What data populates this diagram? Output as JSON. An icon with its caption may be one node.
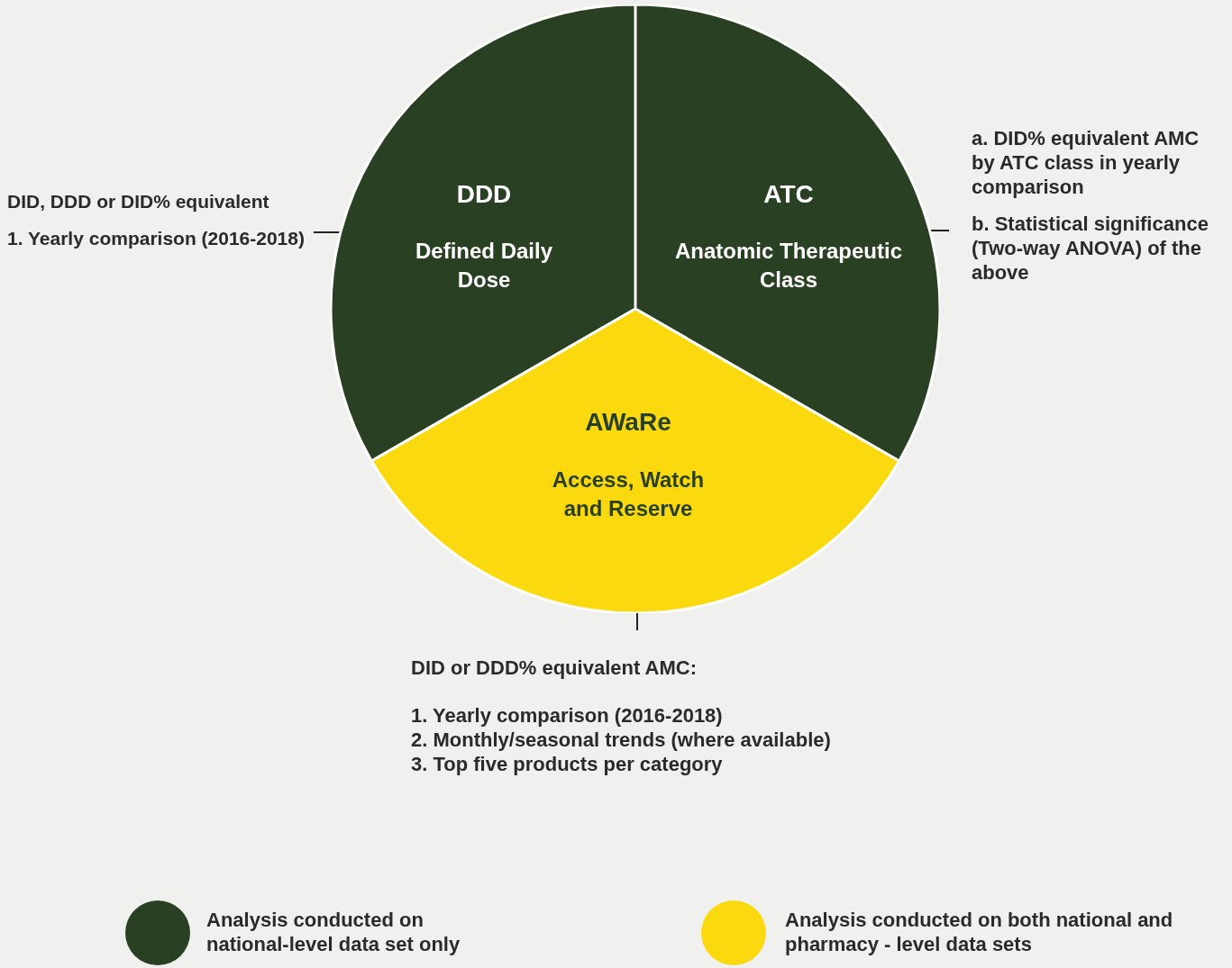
{
  "diagram": {
    "nodes": [
      {
        "text": [
          "DDD",
          "Defined Daily Dose"
        ]
      },
      {
        "text": [
          "ATC",
          "Anatomic Therapeutic Class"
        ]
      },
      {
        "text": [
          "AWaRe",
          "Access, Watch and Reserve"
        ]
      },
      {
        "text": [
          "DID, DDD or DID% equivalent",
          "1. Yearly comparison (2016-2018)"
        ]
      },
      {
        "text": [
          "a. DID% equivalent AMC by ATC class in yearly comparison",
          "b. Statistical significance (Two-way ANOVA) of the above"
        ]
      },
      {
        "text": [
          "DID or DDD% equivalent AMC:",
          "1. Yearly comparison (2016-2018)",
          "2. Monthly/seasonal trends (where available)",
          "3. Top five products per category"
        ]
      }
    ],
    "edges": [
      {
        "from": 3,
        "to": 0,
        "arrow": "none"
      },
      {
        "from": 4,
        "to": 1,
        "arrow": "none"
      },
      {
        "from": 5,
        "to": 2,
        "arrow": "none"
      }
    ],
    "legend": [
      {
        "text": "Analysis conducted on national-level data set only",
        "color": "#2a4022"
      },
      {
        "text": "Analysis conducted on both national and pharmacy - level data sets",
        "color": "#fada0f"
      }
    ]
  }
}
